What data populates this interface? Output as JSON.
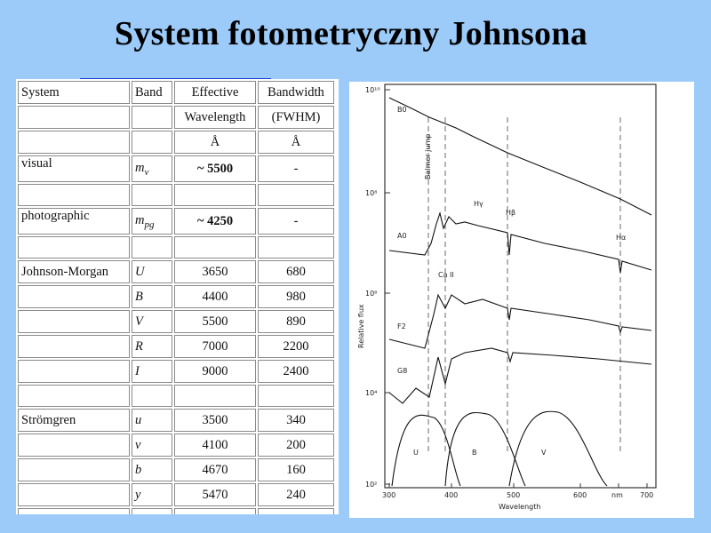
{
  "title": "System fotometryczny Johnsona",
  "table": {
    "header": [
      "System",
      "Band",
      "Effective",
      "Bandwidth"
    ],
    "header2": [
      "",
      "",
      "Wavelength",
      "(FWHM)"
    ],
    "units": [
      "",
      "",
      "Å",
      "Å"
    ],
    "rows": [
      {
        "system": "visual",
        "band": "m",
        "band_sub": "v",
        "wl": "~ 5500",
        "bw": "-",
        "tall": true,
        "bold": true
      },
      {
        "blank": true
      },
      {
        "system": "photographic",
        "band": "m",
        "band_sub": "pg",
        "wl": "~ 4250",
        "bw": "-",
        "tall": true,
        "bold": true
      },
      {
        "blank": true
      },
      {
        "system": "Johnson-Morgan",
        "band": "U",
        "wl": "3650",
        "bw": "680"
      },
      {
        "system": "",
        "band": "B",
        "wl": "4400",
        "bw": "980"
      },
      {
        "system": "",
        "band": "V",
        "wl": "5500",
        "bw": "890"
      },
      {
        "system": "",
        "band": "R",
        "wl": "7000",
        "bw": "2200"
      },
      {
        "system": "",
        "band": "I",
        "wl": "9000",
        "bw": "2400"
      },
      {
        "blank": true
      },
      {
        "system": "Strömgren",
        "band": "u",
        "wl": "3500",
        "bw": "340"
      },
      {
        "system": "",
        "band": "v",
        "wl": "4100",
        "bw": "200"
      },
      {
        "system": "",
        "band": "b",
        "wl": "4670",
        "bw": "160"
      },
      {
        "system": "",
        "band": "y",
        "wl": "5470",
        "bw": "240"
      },
      {
        "blank": true
      }
    ]
  },
  "figure": {
    "ylabel": "Relative flux",
    "xlabel": "Wavelength",
    "y_ticks": [
      "10¹⁰",
      "10⁸",
      "10⁶",
      "10⁴",
      "10²"
    ],
    "x_ticks": [
      "300",
      "400",
      "500",
      "600",
      "nm",
      "700"
    ],
    "spectra": [
      "B0",
      "A0",
      "F2",
      "G8"
    ],
    "lines": [
      "Balmer jump",
      "Hγ",
      "Hβ",
      "Hα",
      "Ca II"
    ],
    "filters": [
      "U",
      "B",
      "V"
    ]
  }
}
